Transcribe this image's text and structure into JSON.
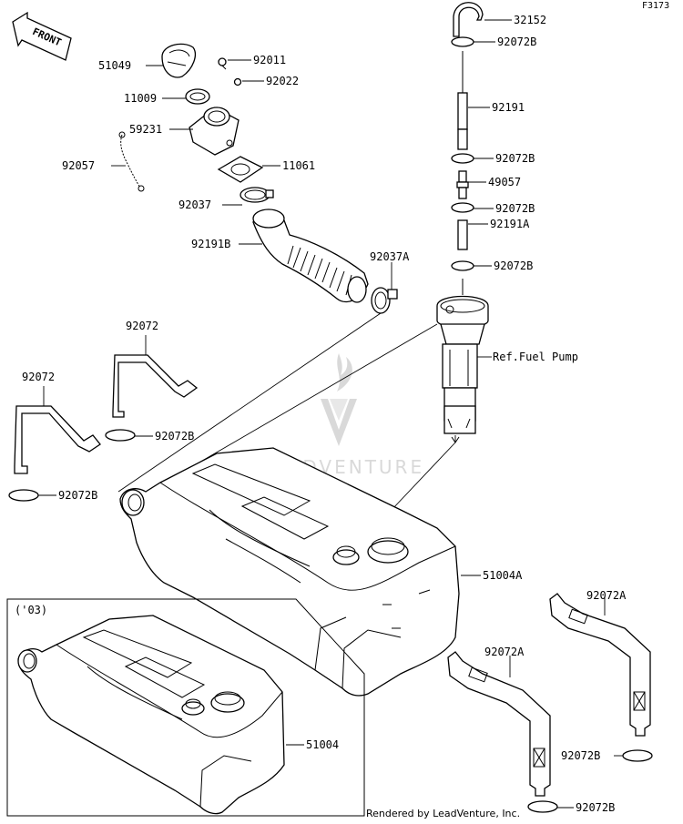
{
  "sheet_code": "F3173",
  "front_marker": "FRONT",
  "variant_label": "('03)",
  "watermark_text": "LEADVENTURE",
  "credit": "Rendered by LeadVenture, Inc.",
  "labels": {
    "p32152": "32152",
    "p92072b_1": "92072B",
    "p51049": "51049",
    "p92011": "92011",
    "p92022": "92022",
    "p11009": "11009",
    "p92191": "92191",
    "p59231": "59231",
    "p92072b_2": "92072B",
    "p92057": "92057",
    "p11061": "11061",
    "p49057": "49057",
    "p92037": "92037",
    "p92072b_3": "92072B",
    "p92191a": "92191A",
    "p92191b": "92191B",
    "p92037a": "92037A",
    "p92072b_4": "92072B",
    "ref_fuel_pump": "Ref.Fuel Pump",
    "p92072_1": "92072",
    "p92072_2": "92072",
    "p92072b_5": "92072B",
    "p92072b_6": "92072B",
    "p51004a": "51004A",
    "p92072a_1": "92072A",
    "p92072a_2": "92072A",
    "p51004": "51004",
    "p92072b_7": "92072B",
    "p92072b_8": "92072B"
  }
}
